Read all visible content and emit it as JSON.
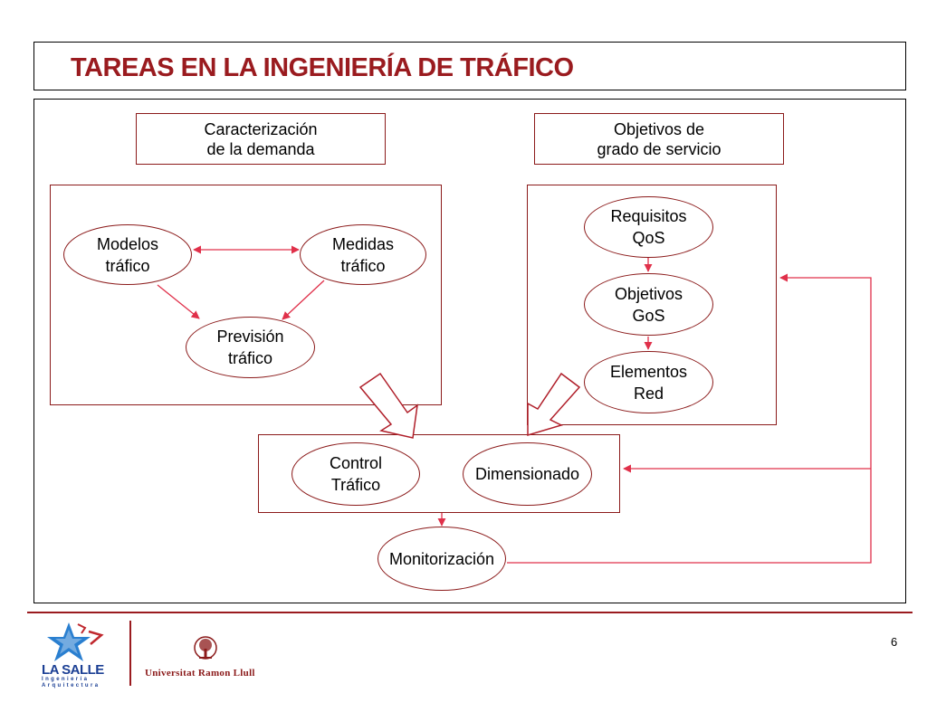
{
  "title": "TAREAS EN LA INGENIERÍA DE TRÁFICO",
  "left_group": {
    "header": "Caracterización\nde la demanda",
    "nodes": {
      "modelos": "Modelos\ntráfico",
      "medidas": "Medidas\ntráfico",
      "prevision": "Previsión\ntráfico"
    }
  },
  "right_group": {
    "header": "Objetivos de\ngrado de servicio",
    "nodes": {
      "requisitos": "Requisitos\nQoS",
      "objetivos": "Objetivos\nGoS",
      "elementos": "Elementos\nRed"
    }
  },
  "center_group": {
    "nodes": {
      "control": "Control\nTráfico",
      "dimensionado": "Dimensionado"
    }
  },
  "monitorizacion": "Monitorización",
  "footer": {
    "page_number": "6",
    "logo_left_text": "LA SALLE",
    "logo_left_sub1": "Ingeniería",
    "logo_left_sub2": "Arquitectura",
    "logo_right_text": "Universitat Ramon Llull"
  },
  "colors": {
    "title": "#9a1b1f",
    "box_border": "#8b1a1a",
    "arrow": "#e0304a"
  }
}
